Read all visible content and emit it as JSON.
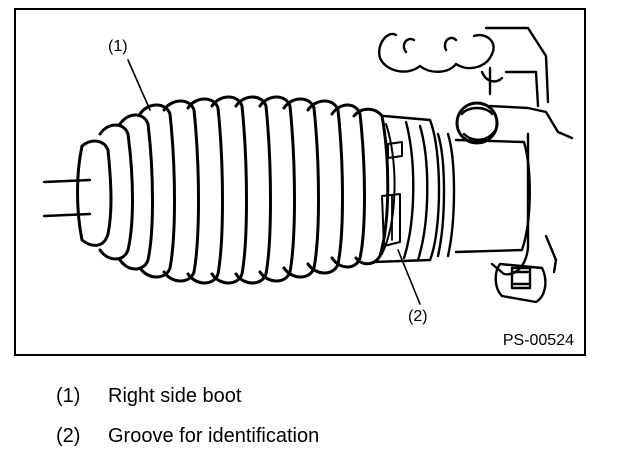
{
  "figure": {
    "callouts": [
      "(1)",
      "(2)"
    ],
    "code": "PS-00524"
  },
  "legend": {
    "items": [
      {
        "num": "(1)",
        "label": "Right side boot"
      },
      {
        "num": "(2)",
        "label": "Groove for identification"
      }
    ]
  }
}
